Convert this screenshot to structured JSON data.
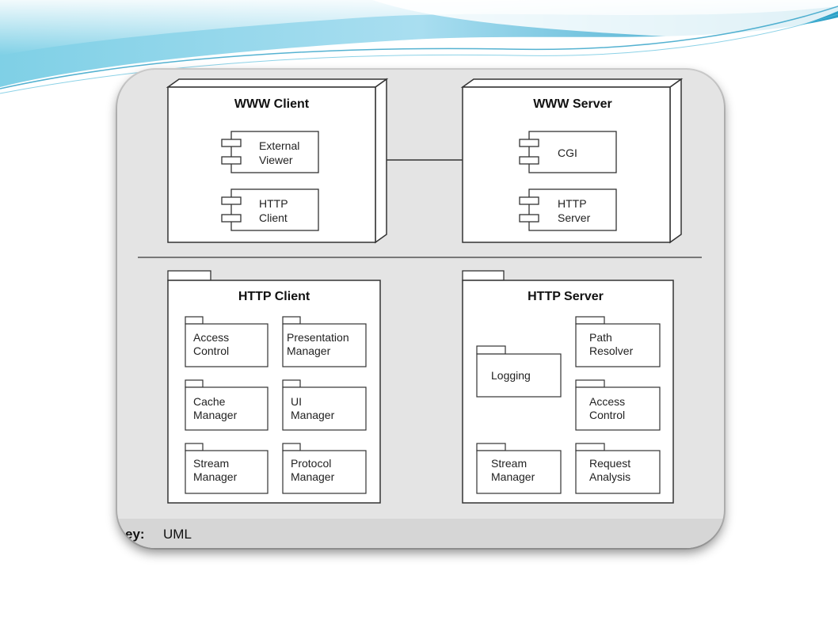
{
  "nodes": {
    "www_client": {
      "title": "WWW Client",
      "components": [
        {
          "line1": "External",
          "line2": "Viewer"
        },
        {
          "line1": "HTTP",
          "line2": "Client"
        }
      ]
    },
    "www_server": {
      "title": "WWW Server",
      "components": [
        {
          "line1": "CGI",
          "line2": ""
        },
        {
          "line1": "HTTP",
          "line2": "Server"
        }
      ]
    }
  },
  "packages": {
    "http_client": {
      "title": "HTTP Client",
      "subpackages": [
        {
          "line1": "Access",
          "line2": "Control"
        },
        {
          "line1": "Presentation",
          "line2": "Manager"
        },
        {
          "line1": "Cache",
          "line2": "Manager"
        },
        {
          "line1": "UI",
          "line2": "Manager"
        },
        {
          "line1": "Stream",
          "line2": "Manager"
        },
        {
          "line1": "Protocol",
          "line2": "Manager"
        }
      ]
    },
    "http_server": {
      "title": "HTTP Server",
      "subpackages": [
        {
          "line1": "Logging",
          "line2": ""
        },
        {
          "line1": "Path",
          "line2": "Resolver"
        },
        {
          "line1": "Access",
          "line2": "Control"
        },
        {
          "line1": "Stream",
          "line2": "Manager"
        },
        {
          "line1": "Request",
          "line2": "Analysis"
        }
      ]
    }
  },
  "caption": {
    "key": "ey:",
    "value": "UML"
  },
  "colors": {
    "frame_bg": "#e4e4e4",
    "box_fill": "#ffffff",
    "stroke": "#333333",
    "wave_light": "#cfeef7",
    "wave_mid": "#7fd0e6",
    "wave_dark": "#2b9fc6"
  }
}
